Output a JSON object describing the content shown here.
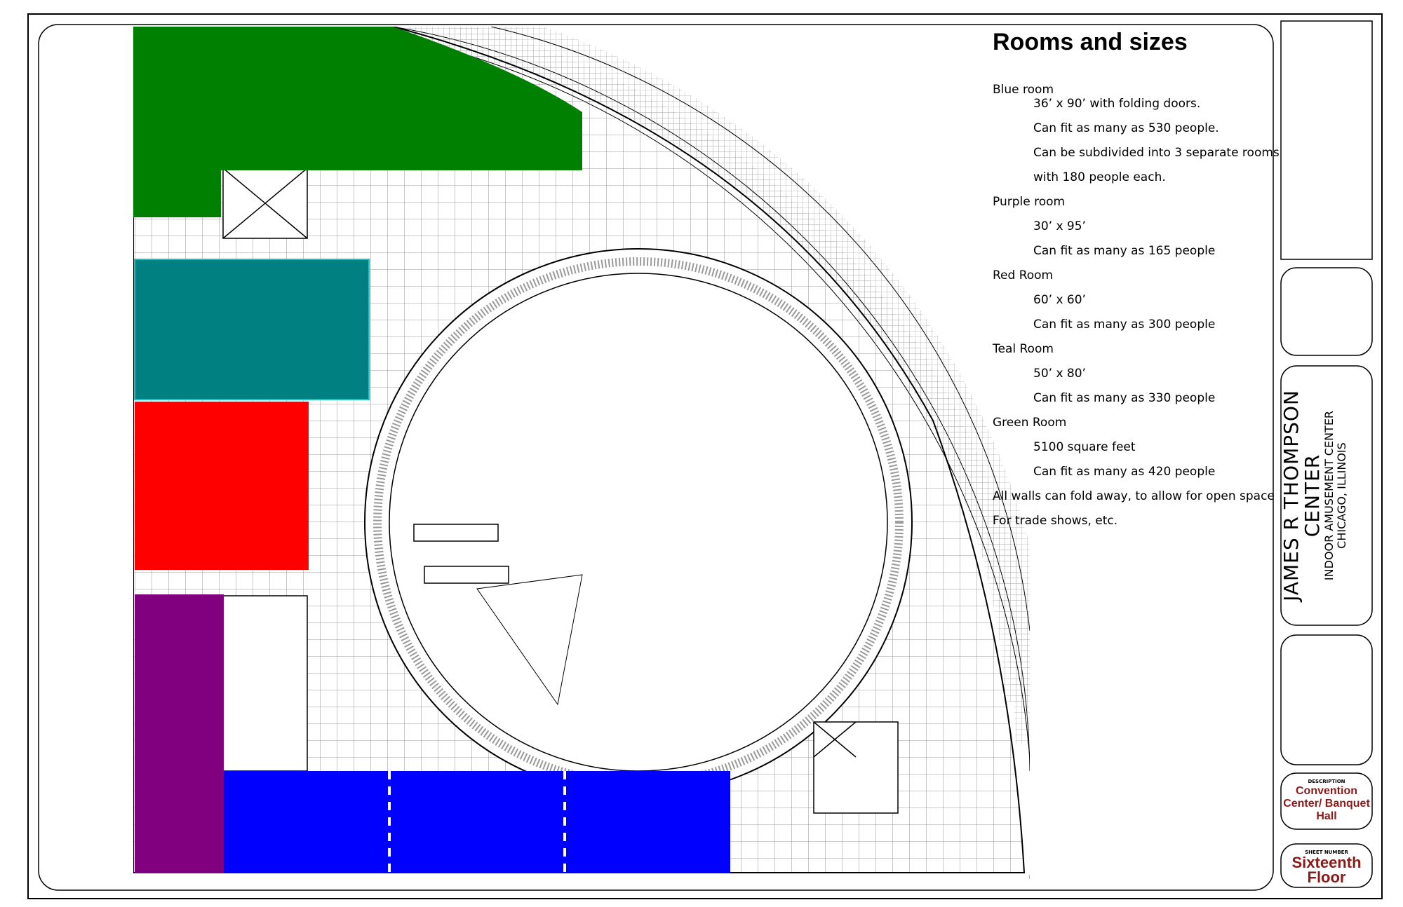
{
  "legend": {
    "title": "Rooms and sizes",
    "rooms": [
      {
        "name": "Blue room",
        "lines": [
          "36’ x 90’ with folding doors.",
          "Can fit as many as 530 people.",
          "Can be subdivided into 3 separate rooms",
          "with 180 people each."
        ]
      },
      {
        "name": "Purple room",
        "lines": [
          "30’ x 95’",
          "Can fit as many as 165 people"
        ]
      },
      {
        "name": "Red Room",
        "lines": [
          "60’ x 60’",
          "Can fit as many as 300 people"
        ]
      },
      {
        "name": "Teal Room",
        "lines": [
          "50’ x 80’",
          "Can fit as many as 330 people"
        ]
      },
      {
        "name": "Green Room",
        "lines": [
          "5100 square feet",
          "Can fit as many as 420 people"
        ]
      }
    ],
    "notes": [
      "All walls can fold away, to allow for open space",
      "For trade shows, etc."
    ]
  },
  "title_block": {
    "project_title_line1": "JAMES R THOMPSON",
    "project_title_line2": "CENTER",
    "project_subtitle_line1": "INDOOR AMUSEMENT CENTER",
    "project_subtitle_line2": "CHICAGO, ILLINOIS",
    "description_label": "DESCRIPTION",
    "description_value": "Convention Center/ Banquet Hall",
    "sheet_label": "SHEET NUMBER",
    "sheet_value": "Sixteenth Floor"
  },
  "colors": {
    "green_room": "#008000",
    "teal_room": "#008080",
    "red_room": "#ff0000",
    "purple_room": "#800080",
    "blue_room": "#0000ff",
    "title_accent": "#8b1a1a"
  }
}
